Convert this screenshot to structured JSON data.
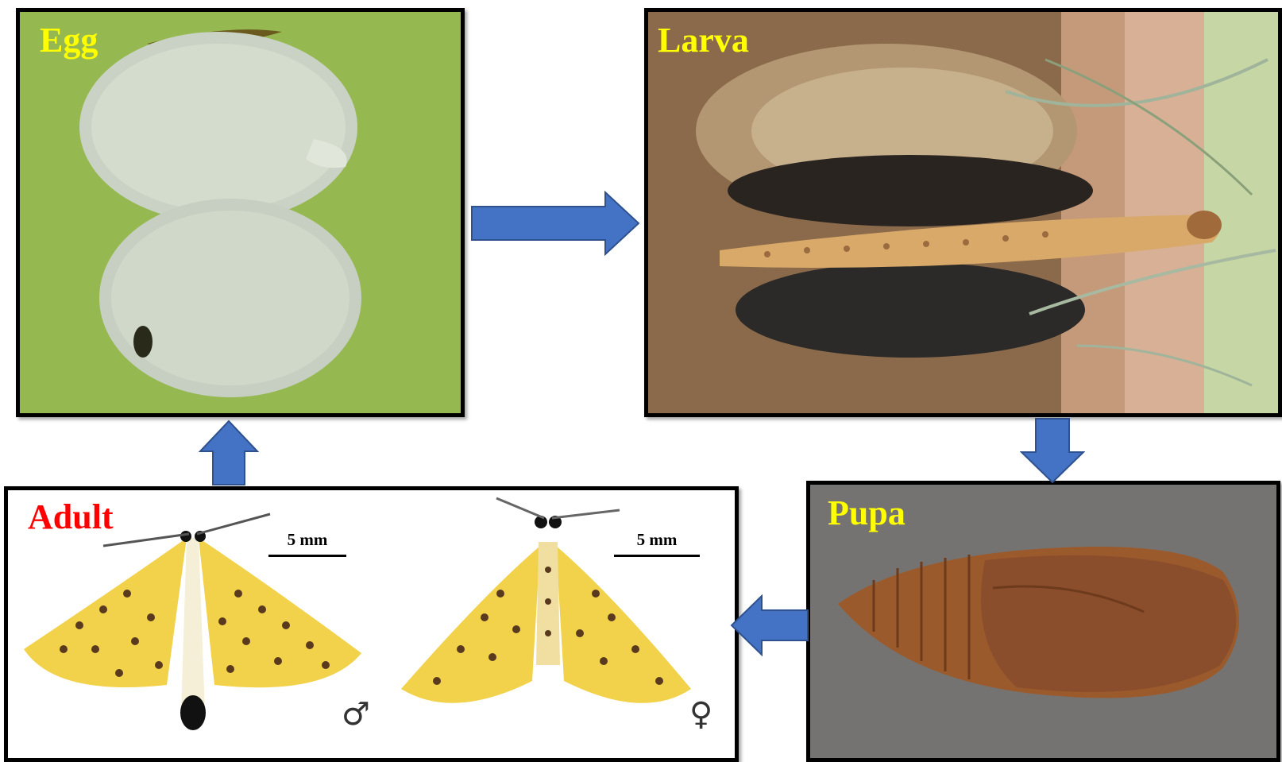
{
  "stages": {
    "egg": {
      "label": "Egg"
    },
    "larva": {
      "label": "Larva"
    },
    "pupa": {
      "label": "Pupa"
    },
    "adult": {
      "label": "Adult",
      "scale_male": "5 mm",
      "scale_female": "5 mm",
      "male_symbol": "♂",
      "female_symbol": "♀"
    }
  },
  "colors": {
    "label_yellow": "#ffff00",
    "label_red": "#ff0000",
    "arrow_blue": "#4472c4",
    "arrow_outline": "#2f528f",
    "border": "#000000"
  },
  "flow": [
    "egg",
    "larva",
    "pupa",
    "adult",
    "egg"
  ],
  "icons": [
    "arrow-right-icon",
    "arrow-down-icon",
    "arrow-left-icon",
    "arrow-up-icon"
  ]
}
